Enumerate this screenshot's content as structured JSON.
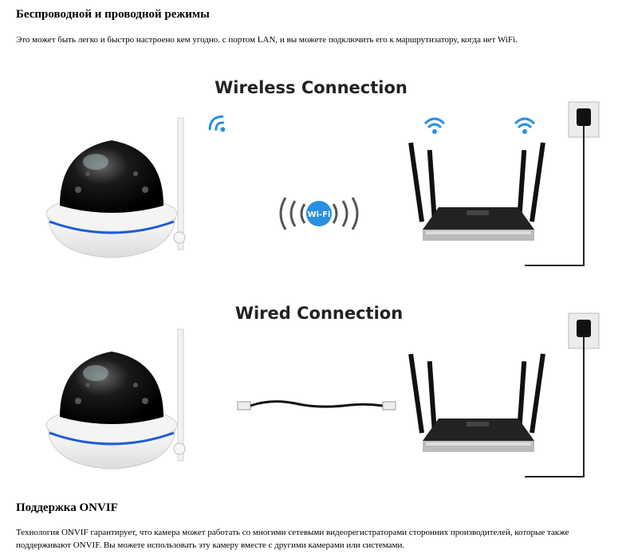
{
  "section1": {
    "title": "Беспроводной и проводной режимы",
    "text": "Это может быть легко и быстро настроено кем угодно. с портом LAN, и вы можете подключить его к маршрутизатору, когда нет WiFi."
  },
  "illustration": {
    "wireless_caption": "Wireless Connection",
    "wired_caption": "Wired Connection",
    "wifi_badge": "Wi-Fi",
    "accent_blue": "#1e5bd8",
    "wifi_blue": "#2a8fe0"
  },
  "section2": {
    "title": "Поддержка ONVIF",
    "text": "Технология ONVIF гарантирует, что камера может работать со многими сетевыми видеорегистраторами сторонних производителей, которые также поддерживают ONVIF. Вы можете использовать эту камеру вместе с другими камерами или системами."
  }
}
